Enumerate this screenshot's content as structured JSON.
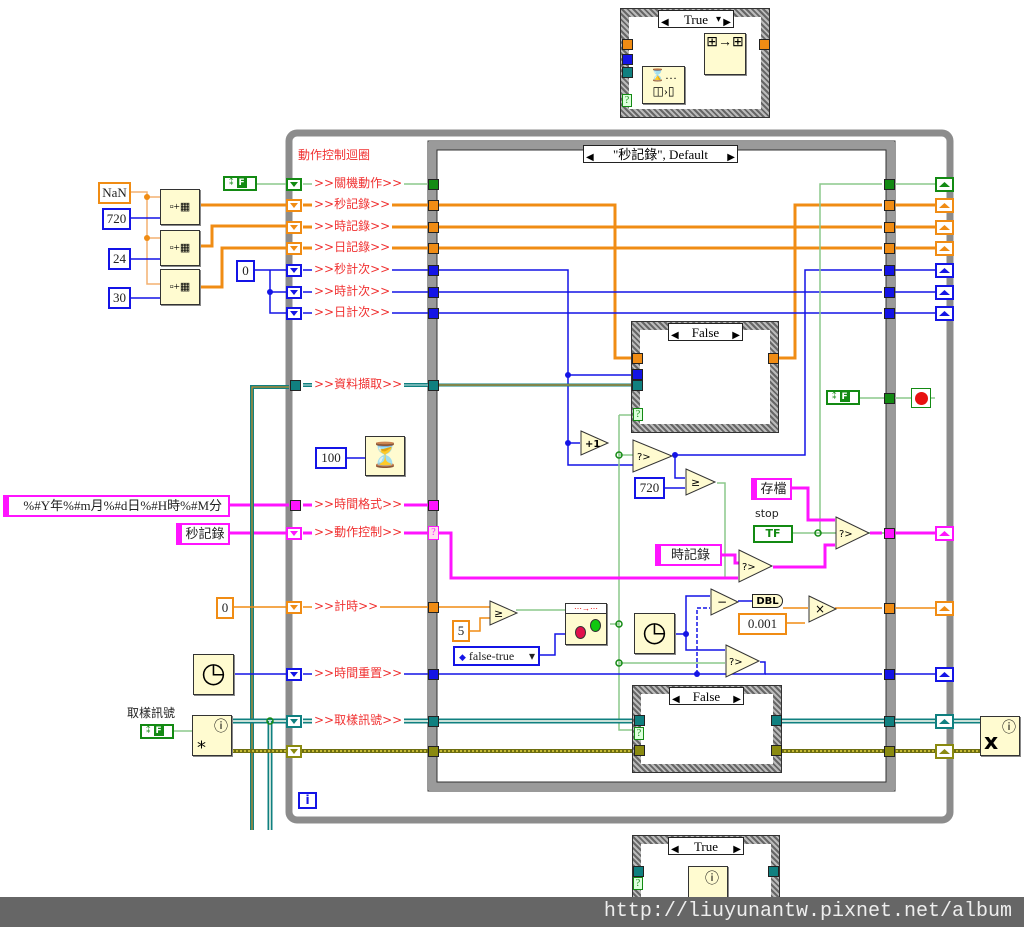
{
  "loop": {
    "title": "動作控制迴圈",
    "iteration_terminal": "i"
  },
  "main_case": {
    "selector": "\"秒記錄\", Default"
  },
  "top_case": {
    "selector": "True"
  },
  "inner_case_1": {
    "selector": "False"
  },
  "inner_case_2": {
    "selector": "False"
  },
  "bottom_case": {
    "selector": "True"
  },
  "shift_registers": [
    {
      "label": ">>關機動作>>",
      "type": "boolean",
      "color": "#138a13"
    },
    {
      "label": ">>秒記錄>>",
      "type": "array-dbl",
      "color": "#f08c14"
    },
    {
      "label": ">>時記錄>>",
      "type": "array-dbl",
      "color": "#f08c14"
    },
    {
      "label": ">>日記錄>>",
      "type": "array-dbl",
      "color": "#f08c14"
    },
    {
      "label": ">>秒計次>>",
      "type": "integer",
      "color": "#1414e6"
    },
    {
      "label": ">>時計次>>",
      "type": "integer",
      "color": "#1414e6"
    },
    {
      "label": ">>日計次>>",
      "type": "integer",
      "color": "#1414e6"
    },
    {
      "label": ">>資料擷取>>",
      "type": "cluster",
      "color": "#108080"
    },
    {
      "label": ">>時間格式>>",
      "type": "string",
      "color": "#ff14ff"
    },
    {
      "label": ">>動作控制>>",
      "type": "enum-string",
      "color": "#ff14ff"
    },
    {
      "label": ">>計時>>",
      "type": "dbl",
      "color": "#f08c14"
    },
    {
      "label": ">>時間重置>>",
      "type": "integer",
      "color": "#1414e6"
    },
    {
      "label": ">>取樣訊號>>",
      "type": "notifier",
      "color": "#108080"
    }
  ],
  "constants": {
    "nan": "NaN",
    "sec_size": "720",
    "hour_size": "24",
    "day_size": "30",
    "zero_counter": "0",
    "wait_ms": "100",
    "time_format": "%#Y年%#m月%#d日%#H時%#M分",
    "action_init": "秒記錄",
    "timer_init": "0",
    "compare_720": "720",
    "save_file": "存檔",
    "hour_record": "時記錄",
    "compare_5": "5",
    "edge_mode": "false-true",
    "scale": "0.001",
    "dbl_label": "DBL",
    "bool_false": "F",
    "bool_tf": "TF",
    "increment": "+1"
  },
  "labels": {
    "stop": "stop",
    "sample_signal": "取樣訊號"
  },
  "colors": {
    "orange": "#f08c14",
    "blue": "#1414e6",
    "green": "#138a13",
    "pink": "#ff14ff",
    "teal": "#108080",
    "olive": "#8a8a10",
    "loop_gray": "#8c8c8c",
    "label_red": "#f03030"
  },
  "watermark": "http://liuyunantw.pixnet.net/album"
}
